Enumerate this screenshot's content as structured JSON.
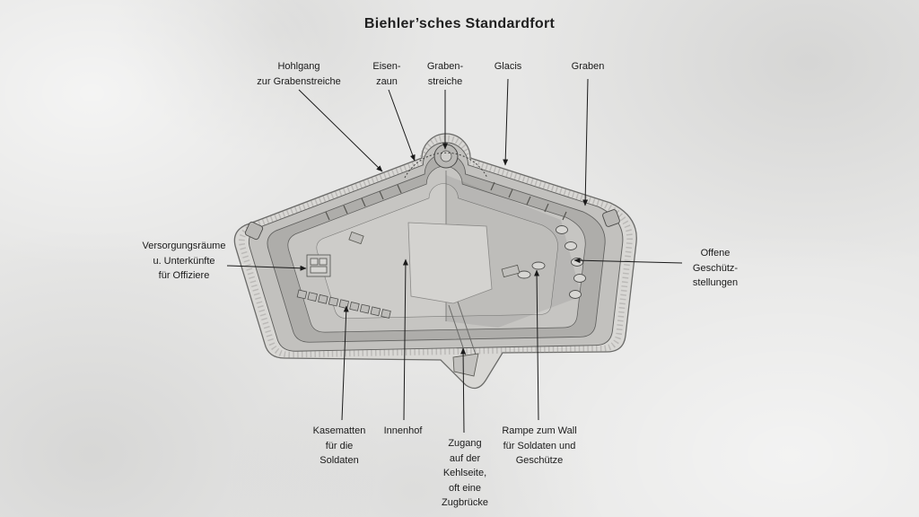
{
  "title": "Biehler’sches Standardfort",
  "labels": {
    "hohlgang": "Hohlgang\nzur Grabenstreiche",
    "eisenzaun": "Eisen-\nzaun",
    "grabenstreiche": "Graben-\nstreiche",
    "glacis": "Glacis",
    "graben": "Graben",
    "versorgungsraeume": "Versorgungsräume\nu. Unterkünfte\nfür Offiziere",
    "offene_geschuetzstellungen": "Offene\nGeschütz-\nstellungen",
    "kasematten": "Kasematten\nfür die\nSoldaten",
    "innenhof": "Innenhof",
    "zugang": "Zugang\nauf der\nKehlseite,\noft eine\nZugbrücke",
    "rampe": "Rampe zum Wall\nfür Soldaten und\nGeschütze"
  },
  "colors": {
    "background": "#e7e7e6",
    "ink": "#1b1b1b",
    "fort_light": "#d9d8d5",
    "fort_ditch": "#aeadaa",
    "fort_mid": "#c6c5c2",
    "fort_inner": "#cdccc9"
  }
}
